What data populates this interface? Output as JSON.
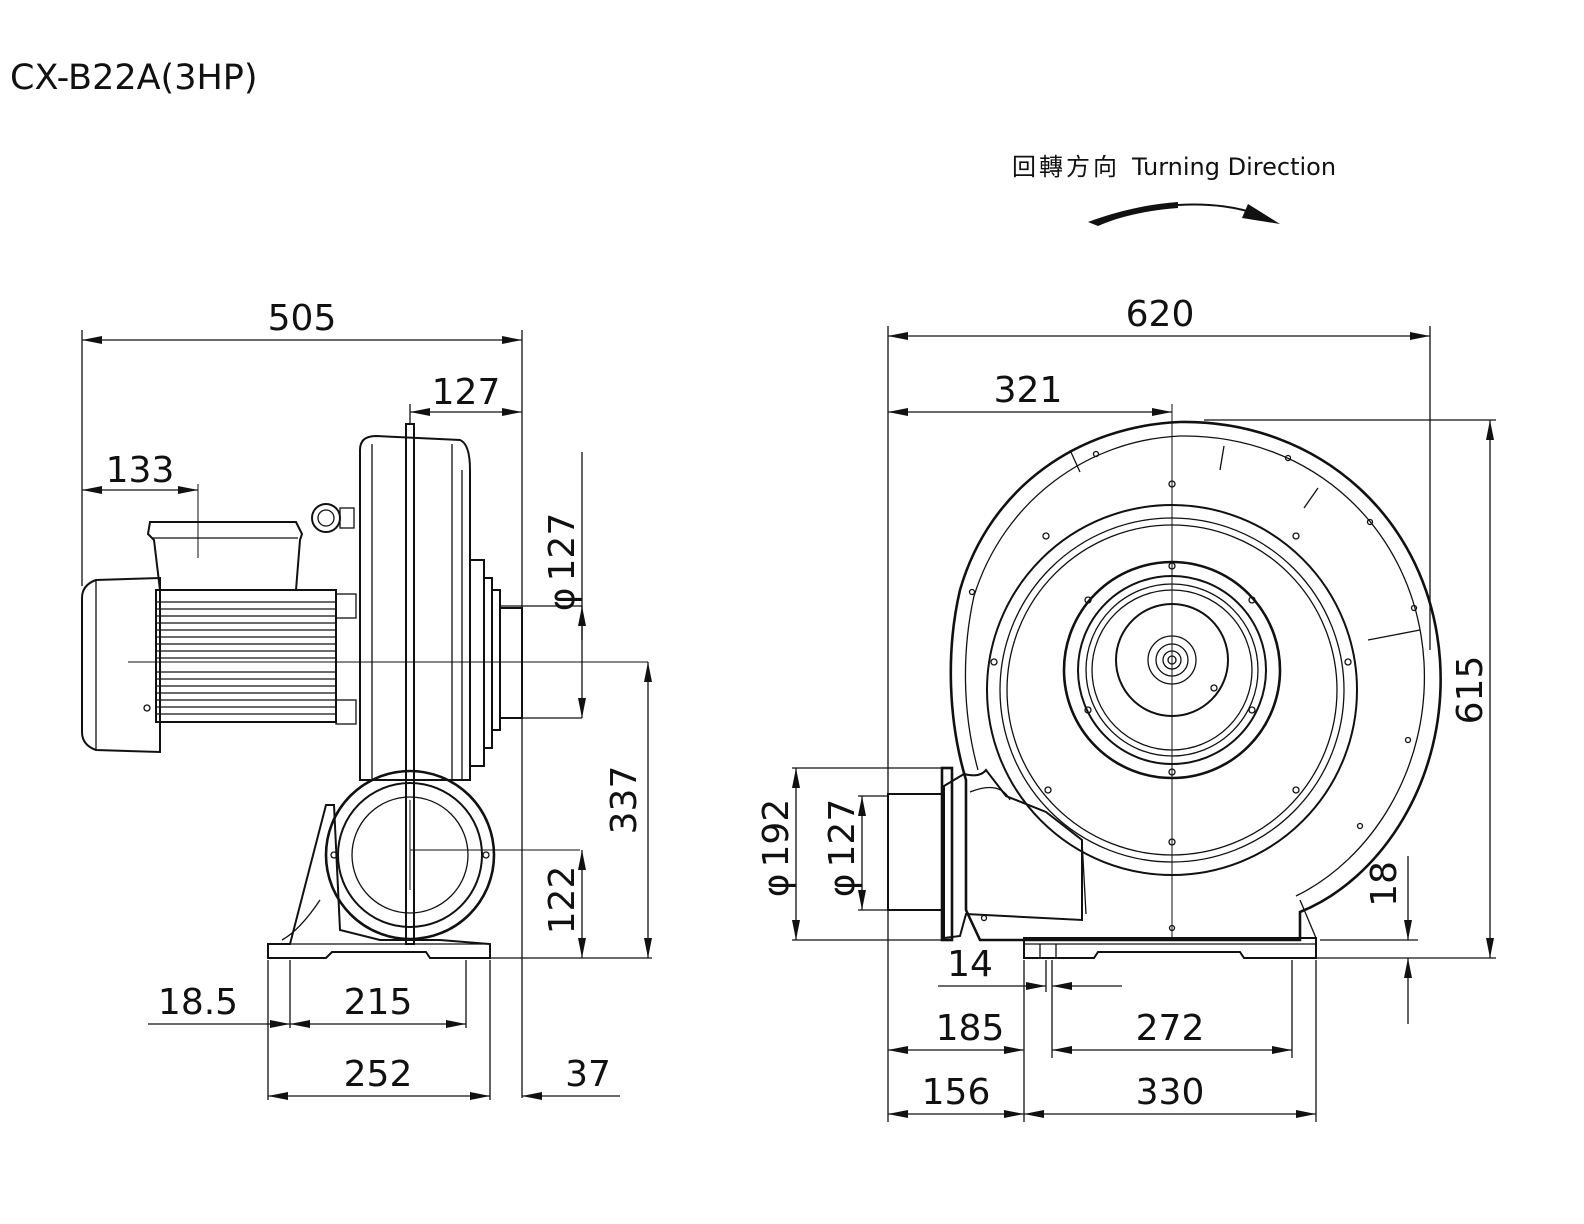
{
  "title": "CX-B22A(3HP)",
  "turning": {
    "cn": "回轉方向",
    "en": "Turning Direction"
  },
  "side_view": {
    "overall_length": "505",
    "outlet_offset": "127",
    "motor_box_offset": "133",
    "inlet_diameter": "127",
    "outlet_height": "337",
    "outlet_center_height": "122",
    "base_offset": "18.5",
    "hole_spacing": "215",
    "base_length": "252",
    "flange_offset": "37"
  },
  "front_view": {
    "overall_width": "620",
    "inlet_center_offset": "321",
    "overall_height": "615",
    "outlet_flange_diameter": "192",
    "outlet_diameter": "127",
    "flange_thickness": "14",
    "base_height": "18",
    "base_offset": "185",
    "hole_spacing": "272",
    "outlet_to_base": "156",
    "base_length": "330"
  },
  "symbols": {
    "diameter": "φ"
  }
}
